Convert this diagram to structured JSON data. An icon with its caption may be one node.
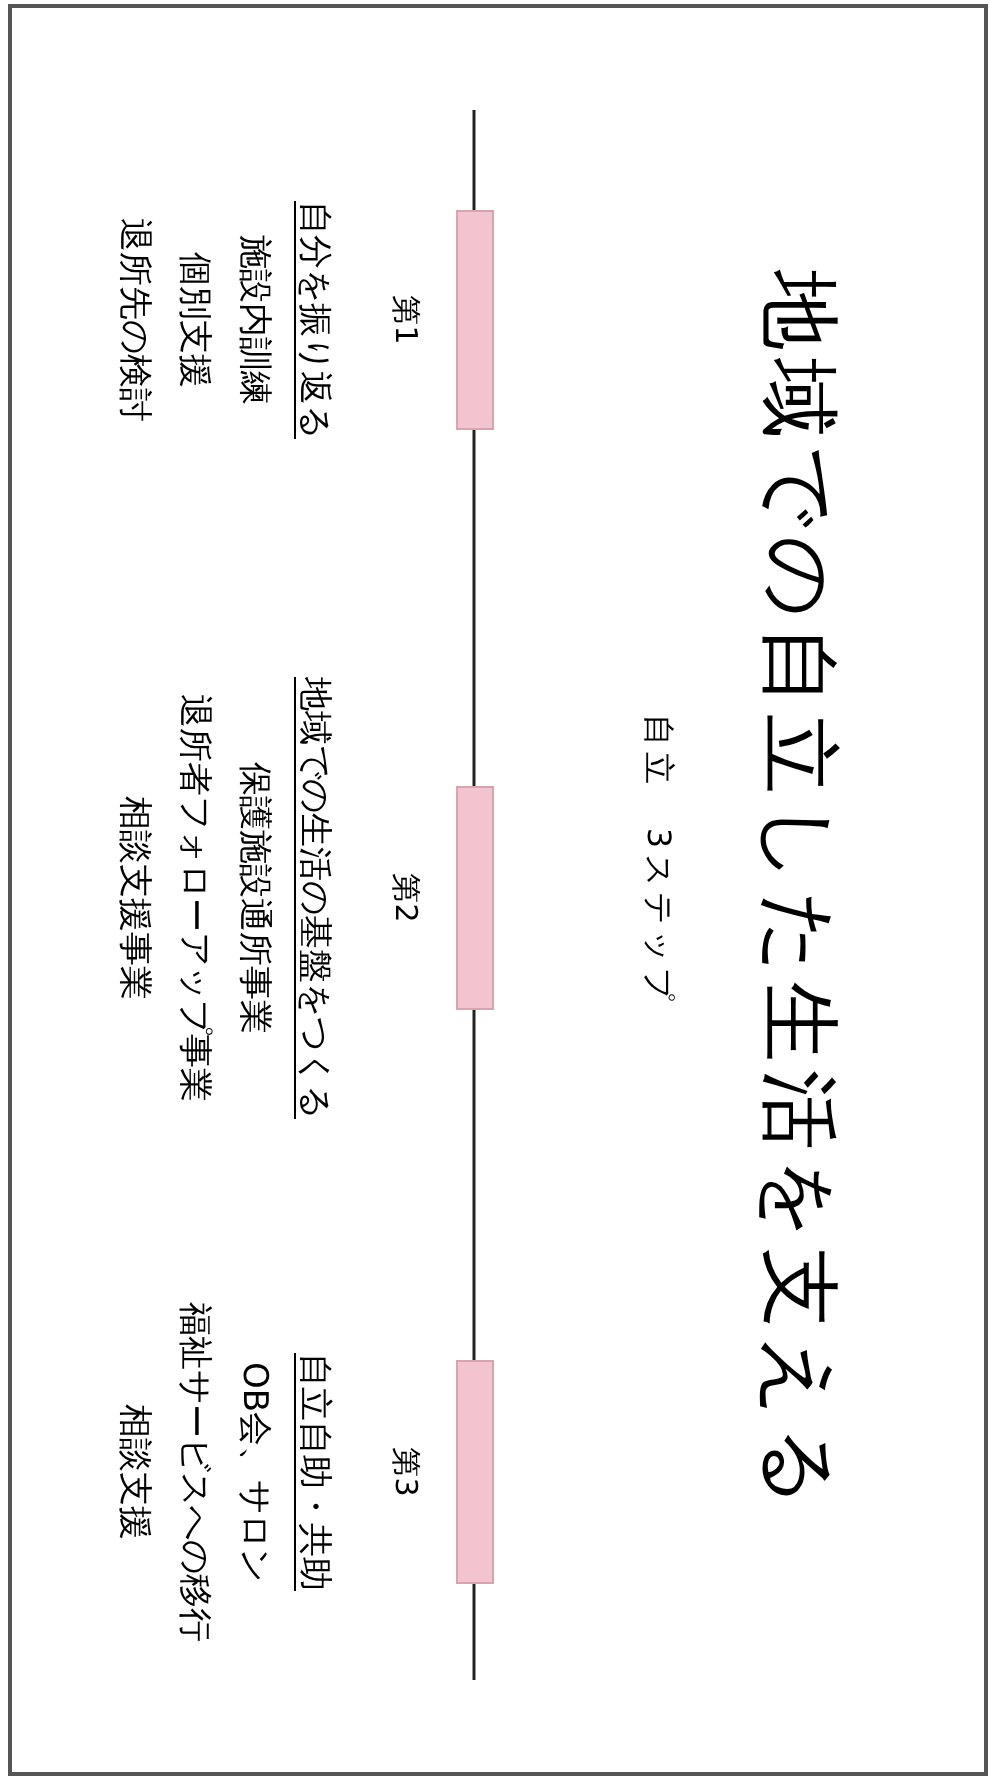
{
  "diagram": {
    "title": "地域での自立した生活を支える",
    "nodes": [
      {
        "text": [],
        "shape": "bar",
        "beside": [
          "第1"
        ]
      },
      {
        "text": [],
        "shape": "bar",
        "beside": [
          "第2"
        ]
      },
      {
        "text": [],
        "shape": "bar",
        "beside": [
          "第3"
        ]
      }
    ],
    "edges": [
      {
        "from": null,
        "to": 0,
        "arrow": "none"
      },
      {
        "from": 0,
        "to": 1,
        "arrow": "none"
      },
      {
        "from": 1,
        "to": 2,
        "arrow": "none"
      },
      {
        "from": 2,
        "to": null,
        "arrow": "none"
      }
    ],
    "labels": [
      "自立　3ステップ",
      "自分を振り返る",
      "施設内訓練",
      "個別支援",
      "退所先の検討",
      "地域での生活の基盤をつくる",
      "保護施設通所事業",
      "退所者フォローアップ事業",
      "相談支援事業",
      "自立自助・共助",
      "OB会、サロン",
      "福祉サービスへの移行",
      "相談支援"
    ]
  }
}
